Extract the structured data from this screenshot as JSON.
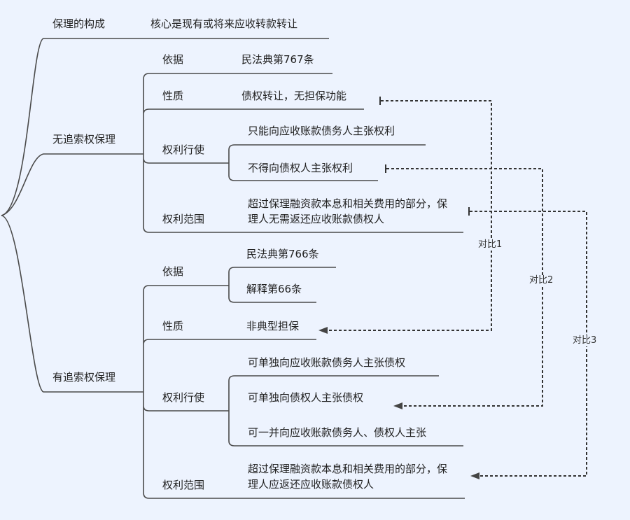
{
  "root": {
    "branches": [
      {
        "label": "保理的构成",
        "value": "核心是现有或将来应收转款转让"
      },
      {
        "label": "无追索权保理",
        "children": [
          {
            "label": "依据",
            "values": [
              "民法典第767条"
            ]
          },
          {
            "label": "性质",
            "values": [
              "债权转让，无担保功能"
            ]
          },
          {
            "label": "权利行使",
            "values": [
              "只能向应收账款债务人主张权利",
              "不得向债权人主张权利"
            ]
          },
          {
            "label": "权利范围",
            "values": [
              "超过保理融资款本息和相关费用的部分，保理人无需返还应收账款债权人"
            ]
          }
        ]
      },
      {
        "label": "有追索权保理",
        "children": [
          {
            "label": "依据",
            "values": [
              "民法典第766条",
              "解释第66条"
            ]
          },
          {
            "label": "性质",
            "values": [
              "非典型担保"
            ]
          },
          {
            "label": "权利行使",
            "values": [
              "可单独向应收账款债务人主张债权",
              "可单独向债权人主张债权",
              "可一并向应收账款债务人、债权人主张"
            ]
          },
          {
            "label": "权利范围",
            "values": [
              "超过保理融资款本息和相关费用的部分，保理人应返还应收账款债权人"
            ]
          }
        ]
      }
    ]
  },
  "relations": [
    {
      "label": "对比1",
      "from": "无追索权保理.性质",
      "to": "有追索权保理.性质"
    },
    {
      "label": "对比2",
      "from": "不得向债权人主张权利",
      "to": "可单独向债权人主张债权"
    },
    {
      "label": "对比3",
      "from": "无追索权保理.权利范围",
      "to": "有追索权保理.权利范围"
    }
  ],
  "colors": {
    "background": "#edf3fe",
    "line": "#444444"
  }
}
